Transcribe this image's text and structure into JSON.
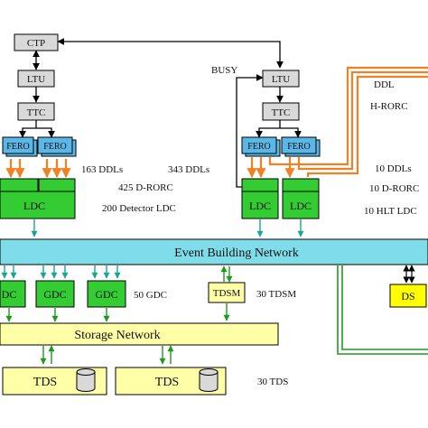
{
  "boxes": {
    "ctp": "CTP",
    "ltu_left": "LTU",
    "ttc_left": "TTC",
    "ltu_right": "LTU",
    "ttc_right": "TTC",
    "fero_1": "FERO",
    "fero_2": "FERO",
    "fero_3": "FERO",
    "fero_4": "FERO",
    "ldc_left": "LDC",
    "ldc_right_1": "LDC",
    "ldc_right_2": "LDC",
    "ebn": "Event Building Network",
    "gdc_1": "DC",
    "gdc_2": "GDC",
    "gdc_3": "GDC",
    "tdsm": "TDSM",
    "ds": "DS",
    "storage": "Storage Network",
    "tds_1": "TDS",
    "tds_2": "TDS"
  },
  "labels": {
    "busy": "BUSY",
    "ddl": "DDL",
    "hrorc": "H-RORC",
    "ddls_163": "163 DDLs",
    "ddls_343": "343 DDLs",
    "drorc_425": "425 D-RORC",
    "detector_ldc": "200 Detector LDC",
    "ddls_10": "10 DDLs",
    "drorc_10": "10 D-RORC",
    "hlt_ldc_10": "10 HLT LDC",
    "gdc_50": "50 GDC",
    "tdsm_30": "30 TDSM",
    "tds_30": "30 TDS"
  },
  "colors": {
    "grey_box": "#d9d9d9",
    "fero": "#5bb7e6",
    "ldc": "#33cc33",
    "network": "#7fdde9",
    "storage": "#ffffa8",
    "ds": "#ffff00",
    "orange": "#f28024",
    "green_line": "#1f9a1f",
    "teal_arrow": "#1aa693"
  }
}
